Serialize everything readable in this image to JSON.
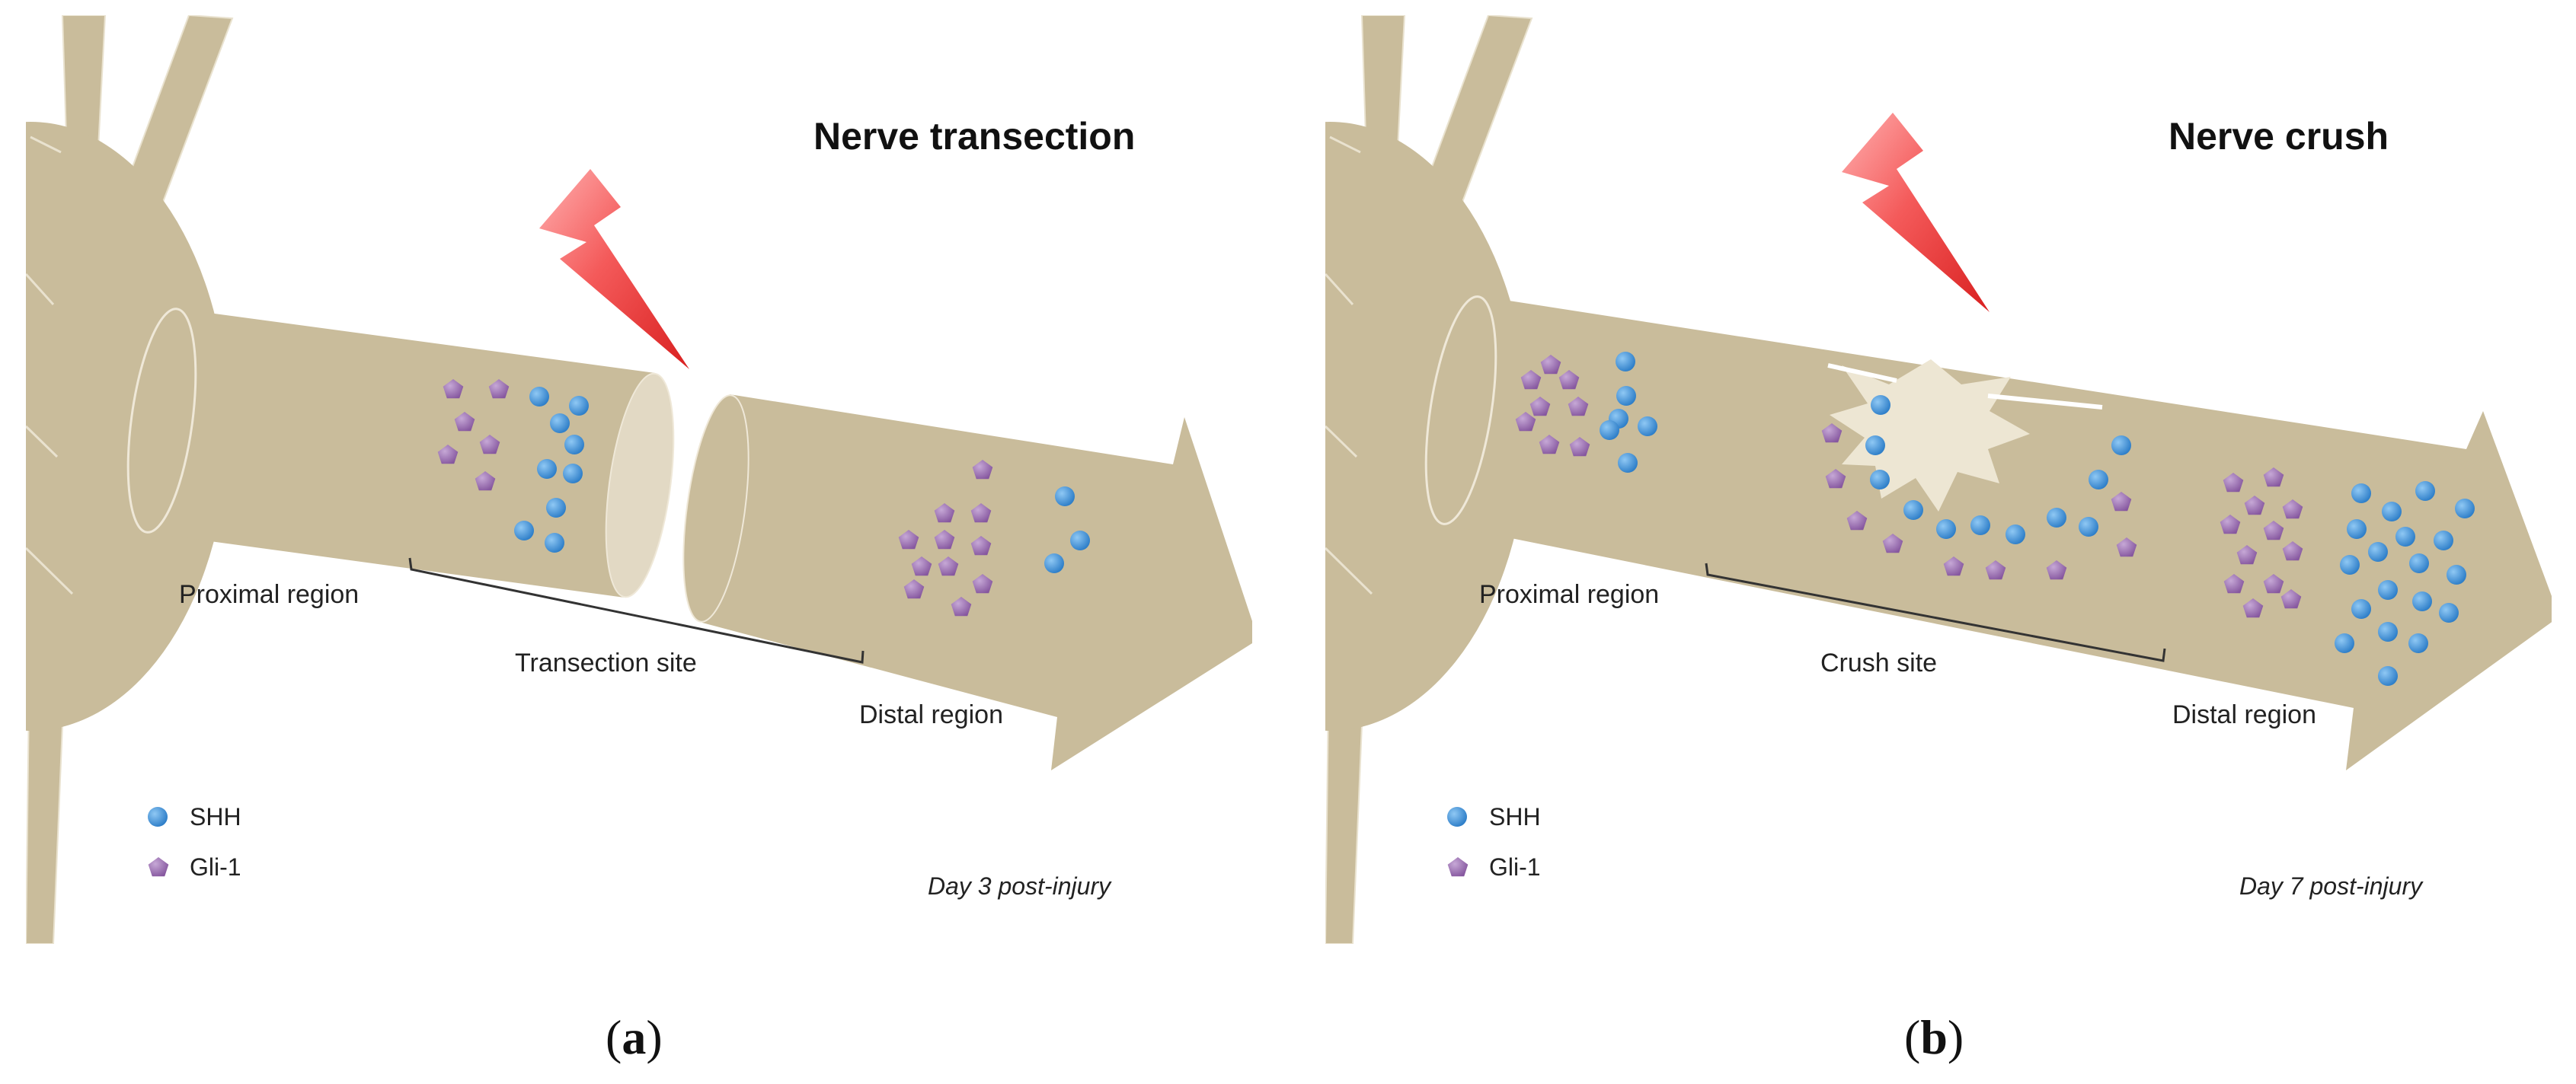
{
  "panels": [
    {
      "label_open": "(",
      "label_letter": "a",
      "label_close": ")",
      "title": "Nerve transection",
      "proximal_label": "Proximal region",
      "site_label": "Transection site",
      "distal_label": "Distal region",
      "day_label": "Day 3 post-injury",
      "legend": {
        "shh": "SHH",
        "gli": "Gli-1"
      }
    },
    {
      "label_open": "(",
      "label_letter": "b",
      "label_close": ")",
      "title": "Nerve crush",
      "proximal_label": "Proximal region",
      "site_label": "Crush site",
      "distal_label": "Distal region",
      "day_label": "Day 7 post-injury",
      "legend": {
        "shh": "SHH",
        "gli": "Gli-1"
      }
    }
  ],
  "colors": {
    "nerve": "#c9bc9b",
    "nerve_cut_face": "#e2d9c4",
    "shh": "#3f8fd6",
    "gli": "#9b6fb0",
    "lightning": "#ef4f4f",
    "burst": "#ede6d3"
  }
}
